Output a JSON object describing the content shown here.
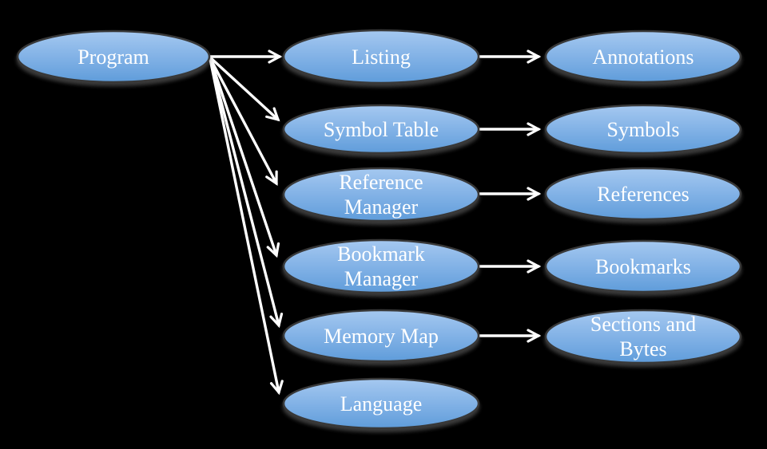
{
  "colors": {
    "background": "#000000",
    "node_fill_top": "#a5c8f0",
    "node_fill_mid": "#82b2e6",
    "node_fill_bottom": "#5f9cda",
    "node_border": "#383838",
    "arrow": "#ffffff",
    "label_text": "#ffffff"
  },
  "nodes": {
    "program": {
      "id": "program",
      "lines": [
        "Program"
      ]
    },
    "middle": [
      {
        "id": "listing",
        "lines": [
          "Listing"
        ]
      },
      {
        "id": "symbol-table",
        "lines": [
          "Symbol Table"
        ]
      },
      {
        "id": "reference-manager",
        "lines": [
          "Reference",
          "Manager"
        ]
      },
      {
        "id": "bookmark-manager",
        "lines": [
          "Bookmark",
          "Manager"
        ]
      },
      {
        "id": "memory-map",
        "lines": [
          "Memory Map"
        ]
      },
      {
        "id": "language",
        "lines": [
          "Language"
        ]
      }
    ],
    "right": [
      {
        "id": "annotations",
        "lines": [
          "Annotations"
        ]
      },
      {
        "id": "symbols",
        "lines": [
          "Symbols"
        ]
      },
      {
        "id": "references",
        "lines": [
          "References"
        ]
      },
      {
        "id": "bookmarks",
        "lines": [
          "Bookmarks"
        ]
      },
      {
        "id": "sections-and-bytes",
        "lines": [
          "Sections and",
          "Bytes"
        ]
      }
    ]
  },
  "edges": [
    {
      "from": "program",
      "to": "listing"
    },
    {
      "from": "program",
      "to": "symbol-table"
    },
    {
      "from": "program",
      "to": "reference-manager"
    },
    {
      "from": "program",
      "to": "bookmark-manager"
    },
    {
      "from": "program",
      "to": "memory-map"
    },
    {
      "from": "program",
      "to": "language"
    },
    {
      "from": "listing",
      "to": "annotations"
    },
    {
      "from": "symbol-table",
      "to": "symbols"
    },
    {
      "from": "reference-manager",
      "to": "references"
    },
    {
      "from": "bookmark-manager",
      "to": "bookmarks"
    },
    {
      "from": "memory-map",
      "to": "sections-and-bytes"
    }
  ]
}
